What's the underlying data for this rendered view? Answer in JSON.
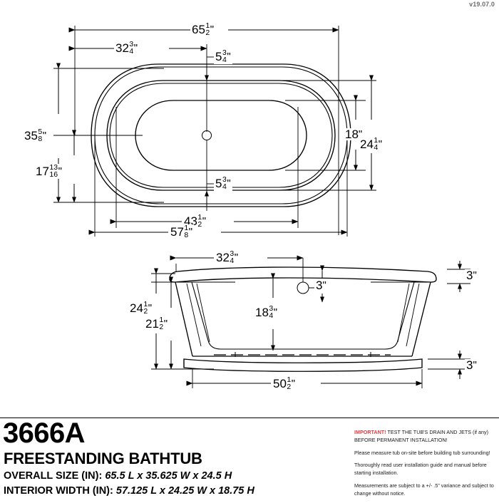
{
  "version_tag": "v19.07.0",
  "product": {
    "model": "3666A",
    "type": "FREESTANDING BATHTUB",
    "overall_label": "OVERALL SIZE (IN):",
    "overall_value": "65.5 L x 35.625 W x 24.5 H",
    "interior_label": "INTERIOR WIDTH (IN):",
    "interior_value": "57.125 L x 24.25 W x 18.75 H"
  },
  "notes": {
    "important_word": "IMPORTANT!",
    "important_rest": " TEST THE TUB'S DRAIN AND JETS (if any) BEFORE PERMANENT INSTALLATION!",
    "line2": "Please measure tub on-site before building tub surrounding!",
    "line3": "Thoroughly read user installation guide and manual before starting installation.",
    "line4": "Measurements are subject to a +/- .5\" variance and subject to change without notice."
  },
  "top_view": {
    "overall_length": {
      "whole": "65",
      "num": "1",
      "den": "2",
      "unit": "\""
    },
    "drain_from_left": {
      "whole": "32",
      "num": "3",
      "den": "4",
      "unit": "\""
    },
    "rim_top_offset": {
      "whole": "5",
      "num": "3",
      "den": "4",
      "unit": "\""
    },
    "rim_bottom_offset": {
      "whole": "5",
      "num": "3",
      "den": "4",
      "unit": "\""
    },
    "overall_width": {
      "whole": "35",
      "num": "5",
      "den": "8",
      "unit": "\""
    },
    "drain_from_top": {
      "whole": "17",
      "num": "13",
      "den": "16",
      "unit": "\""
    },
    "interior_width_inner": {
      "whole": "18",
      "num": "",
      "den": "",
      "unit": "\""
    },
    "interior_width_outer": {
      "whole": "24",
      "num": "1",
      "den": "4",
      "unit": "\""
    },
    "interior_length_inner": {
      "whole": "43",
      "num": "1",
      "den": "2",
      "unit": "\""
    },
    "interior_length_outer": {
      "whole": "57",
      "num": "1",
      "den": "8",
      "unit": "\""
    }
  },
  "side_view": {
    "drain_from_left": {
      "whole": "32",
      "num": "3",
      "den": "4",
      "unit": "\""
    },
    "overflow_below_rim": {
      "whole": "3",
      "num": "",
      "den": "",
      "unit": "\""
    },
    "rim_thickness": {
      "whole": "3",
      "num": "",
      "den": "",
      "unit": "\""
    },
    "base_height": {
      "whole": "3",
      "num": "",
      "den": "",
      "unit": "\""
    },
    "overall_height": {
      "whole": "24",
      "num": "1",
      "den": "2",
      "unit": "\""
    },
    "rim_height": {
      "whole": "21",
      "num": "1",
      "den": "2",
      "unit": "\""
    },
    "interior_depth": {
      "whole": "18",
      "num": "3",
      "den": "4",
      "unit": "\""
    },
    "base_length": {
      "whole": "50",
      "num": "1",
      "den": "2",
      "unit": "\""
    }
  }
}
